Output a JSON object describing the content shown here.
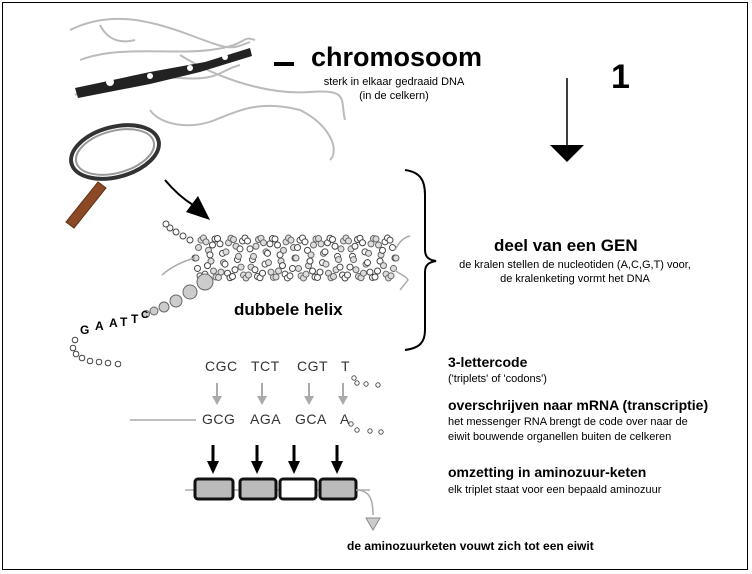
{
  "step_number": "1",
  "chromosome": {
    "title": "chromosoom",
    "subtitle_line1": "sterk in elkaar gedraaid DNA",
    "subtitle_line2": "(in de celkern)"
  },
  "gene": {
    "title": "deel van een GEN",
    "desc_line1": "de kralen stellen de nucleotiden (A,C,G,T) voor,",
    "desc_line2": "de kralenketing vormt het DNA"
  },
  "helix_label": "dubbele helix",
  "dna_sequence": [
    "G",
    "A",
    "A",
    "T",
    "T",
    "C"
  ],
  "triplets": [
    "CGC",
    "TCT",
    "CGT",
    "T"
  ],
  "mrna": [
    "GCG",
    "AGA",
    "GCA",
    "A"
  ],
  "code": {
    "title": "3-lettercode",
    "note": "('triplets' of 'codons')"
  },
  "transcription": {
    "title": "overschrijven naar mRNA (transcriptie)",
    "desc_line1": "het messenger RNA brengt de code over naar de",
    "desc_line2": "eiwit bouwende organellen buiten de celkeren"
  },
  "translation": {
    "title": "omzetting in aminozuur-keten",
    "desc": "elk triplet staat voor een bepaald aminozuur"
  },
  "footer": "de aminozuurketen vouwt zich tot een eiwit"
}
